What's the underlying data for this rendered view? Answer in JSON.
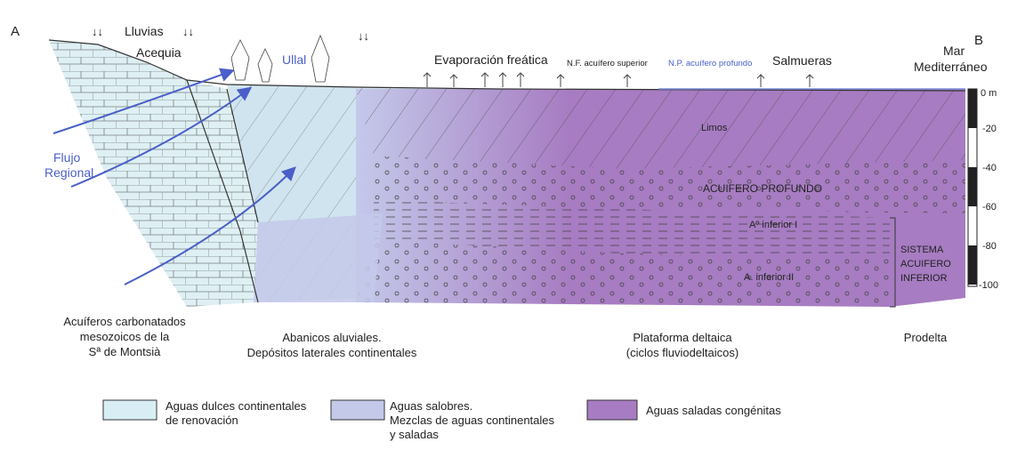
{
  "endpoints": {
    "left": "A",
    "right": "B"
  },
  "top_labels": {
    "rain": "Lluvias",
    "rain_arrows": "↓↓",
    "canal": "Acequia",
    "spring": "Ullal",
    "evaporation": "Evaporación freática",
    "nf_upper": "N.F. acuífero superior",
    "np_deep": "N.P. acuífero profundo",
    "brines": "Salmueras",
    "sea_line1": "Mar",
    "sea_line2": "Mediterráneo"
  },
  "flow_label": {
    "line1": "Flujo",
    "line2": "Regional"
  },
  "layer_labels": {
    "silts": "Limos",
    "deep_aquifer": "ACUIFERO PROFUNDO",
    "lower1": "Aº inferior I",
    "lower2": "A. inferior II"
  },
  "system_label": {
    "line1": "SISTEMA",
    "line2": "ACUIFERO",
    "line3": "INFERIOR"
  },
  "depth_scale": {
    "unit_label": "0 m",
    "ticks": [
      "-20",
      "-40",
      "-60",
      "-80",
      "-100"
    ]
  },
  "zones": {
    "carbonate": {
      "line1": "Acuíferos carbonatados",
      "line2": "mesozoicos de la",
      "line3": "Sª de Montsià"
    },
    "alluvial": {
      "line1": "Abanicos aluviales.",
      "line2": "Depósitos laterales continentales"
    },
    "deltaic": {
      "line1": "Plataforma deltaica",
      "line2": "(ciclos fluviodeltaicos)"
    },
    "prodelta": {
      "line1": "Prodelta"
    }
  },
  "legend": [
    {
      "line1": "Aguas dulces continentales",
      "line2": "de renovación",
      "line3": "",
      "color": "#d8eef4"
    },
    {
      "line1": "Aguas salobres.",
      "line2": "Mezclas de aguas continentales",
      "line3": "y saladas",
      "color": "#c4c9ea"
    },
    {
      "line1": "Aguas saladas congénitas",
      "line2": "",
      "line3": "",
      "color": "#a77cc2"
    }
  ],
  "colors": {
    "fresh": "#d8eef4",
    "brackish": "#c4c9ea",
    "saline": "#a77cc2",
    "flow_arrow": "#4a5fc8"
  }
}
